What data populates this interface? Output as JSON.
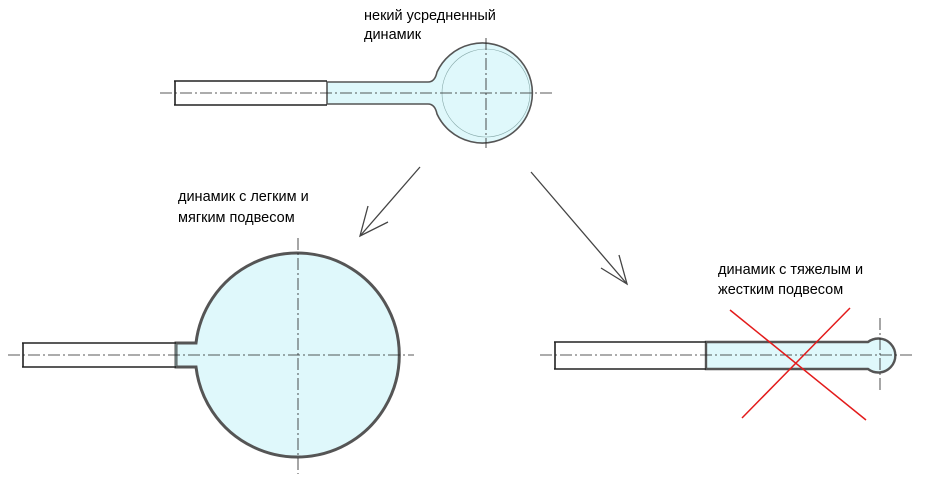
{
  "labels": {
    "average": [
      "некий усредненный",
      "динамик"
    ],
    "light_soft": [
      "динамик с  легким и",
      "мягким  подвесом"
    ],
    "heavy_stiff": [
      "динамик с  тяжелым и",
      "жестким  подвесом"
    ]
  },
  "colors": {
    "fill": "#dff8fb",
    "outline": "#555555",
    "cross": "#e31b1b",
    "line": "#222222"
  }
}
